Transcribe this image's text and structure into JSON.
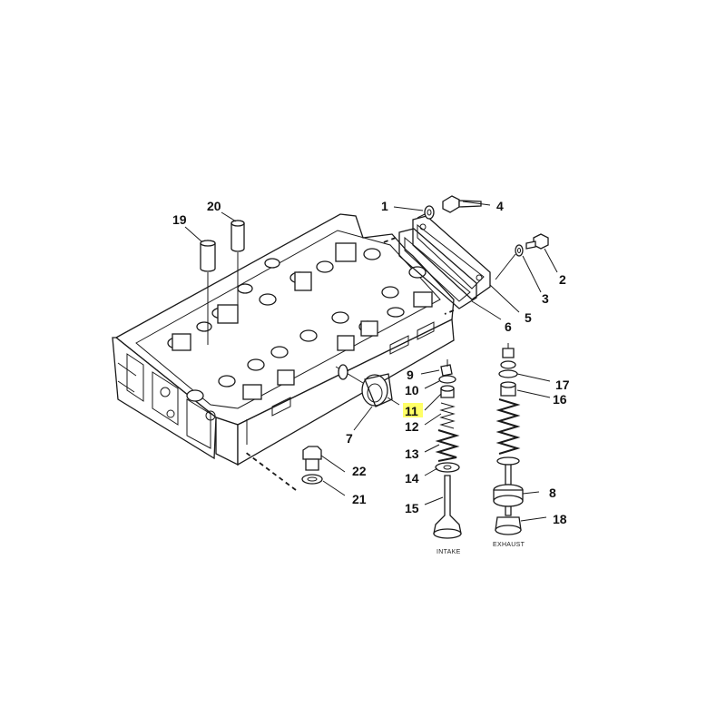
{
  "diagram": {
    "highlight_color": "#ffff66",
    "highlighted_callout": "11",
    "labels": {
      "intake": "INTAKE",
      "exhaust": "EXHAUST"
    },
    "callouts": [
      {
        "id": "c1",
        "text": "1"
      },
      {
        "id": "c2",
        "text": "2"
      },
      {
        "id": "c3",
        "text": "3"
      },
      {
        "id": "c4",
        "text": "4"
      },
      {
        "id": "c5",
        "text": "5"
      },
      {
        "id": "c6",
        "text": "6"
      },
      {
        "id": "c7",
        "text": "7"
      },
      {
        "id": "c8",
        "text": "8"
      },
      {
        "id": "c9",
        "text": "9"
      },
      {
        "id": "c10",
        "text": "10"
      },
      {
        "id": "c11",
        "text": "11"
      },
      {
        "id": "c12",
        "text": "12"
      },
      {
        "id": "c13",
        "text": "13"
      },
      {
        "id": "c14",
        "text": "14"
      },
      {
        "id": "c15",
        "text": "15"
      },
      {
        "id": "c16",
        "text": "16"
      },
      {
        "id": "c17",
        "text": "17"
      },
      {
        "id": "c18",
        "text": "18"
      },
      {
        "id": "c19",
        "text": "19"
      },
      {
        "id": "c20",
        "text": "20"
      },
      {
        "id": "c21",
        "text": "21"
      },
      {
        "id": "c22",
        "text": "22"
      }
    ]
  }
}
